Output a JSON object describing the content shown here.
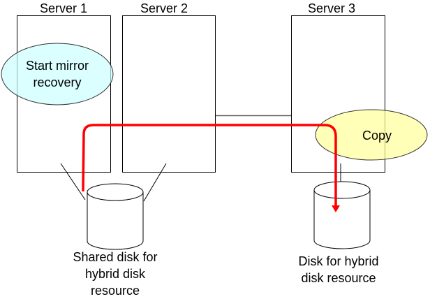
{
  "servers": [
    {
      "name": "Server 1"
    },
    {
      "name": "Server 2"
    },
    {
      "name": "Server 3"
    }
  ],
  "callouts": {
    "start_mirror_recovery": "Start mirror recovery",
    "copy": "Copy"
  },
  "disks": {
    "shared": {
      "line1": "Shared disk for",
      "line2": "hybrid disk",
      "line3": "resource"
    },
    "hybrid": {
      "line1": "Disk for hybrid",
      "line2": "disk resource"
    }
  },
  "colors": {
    "flow_arrow": "#ff0000",
    "callout_blue": "#ccffff",
    "callout_yellow": "#ffff99",
    "outline": "#000000",
    "network_line": "#808080"
  }
}
